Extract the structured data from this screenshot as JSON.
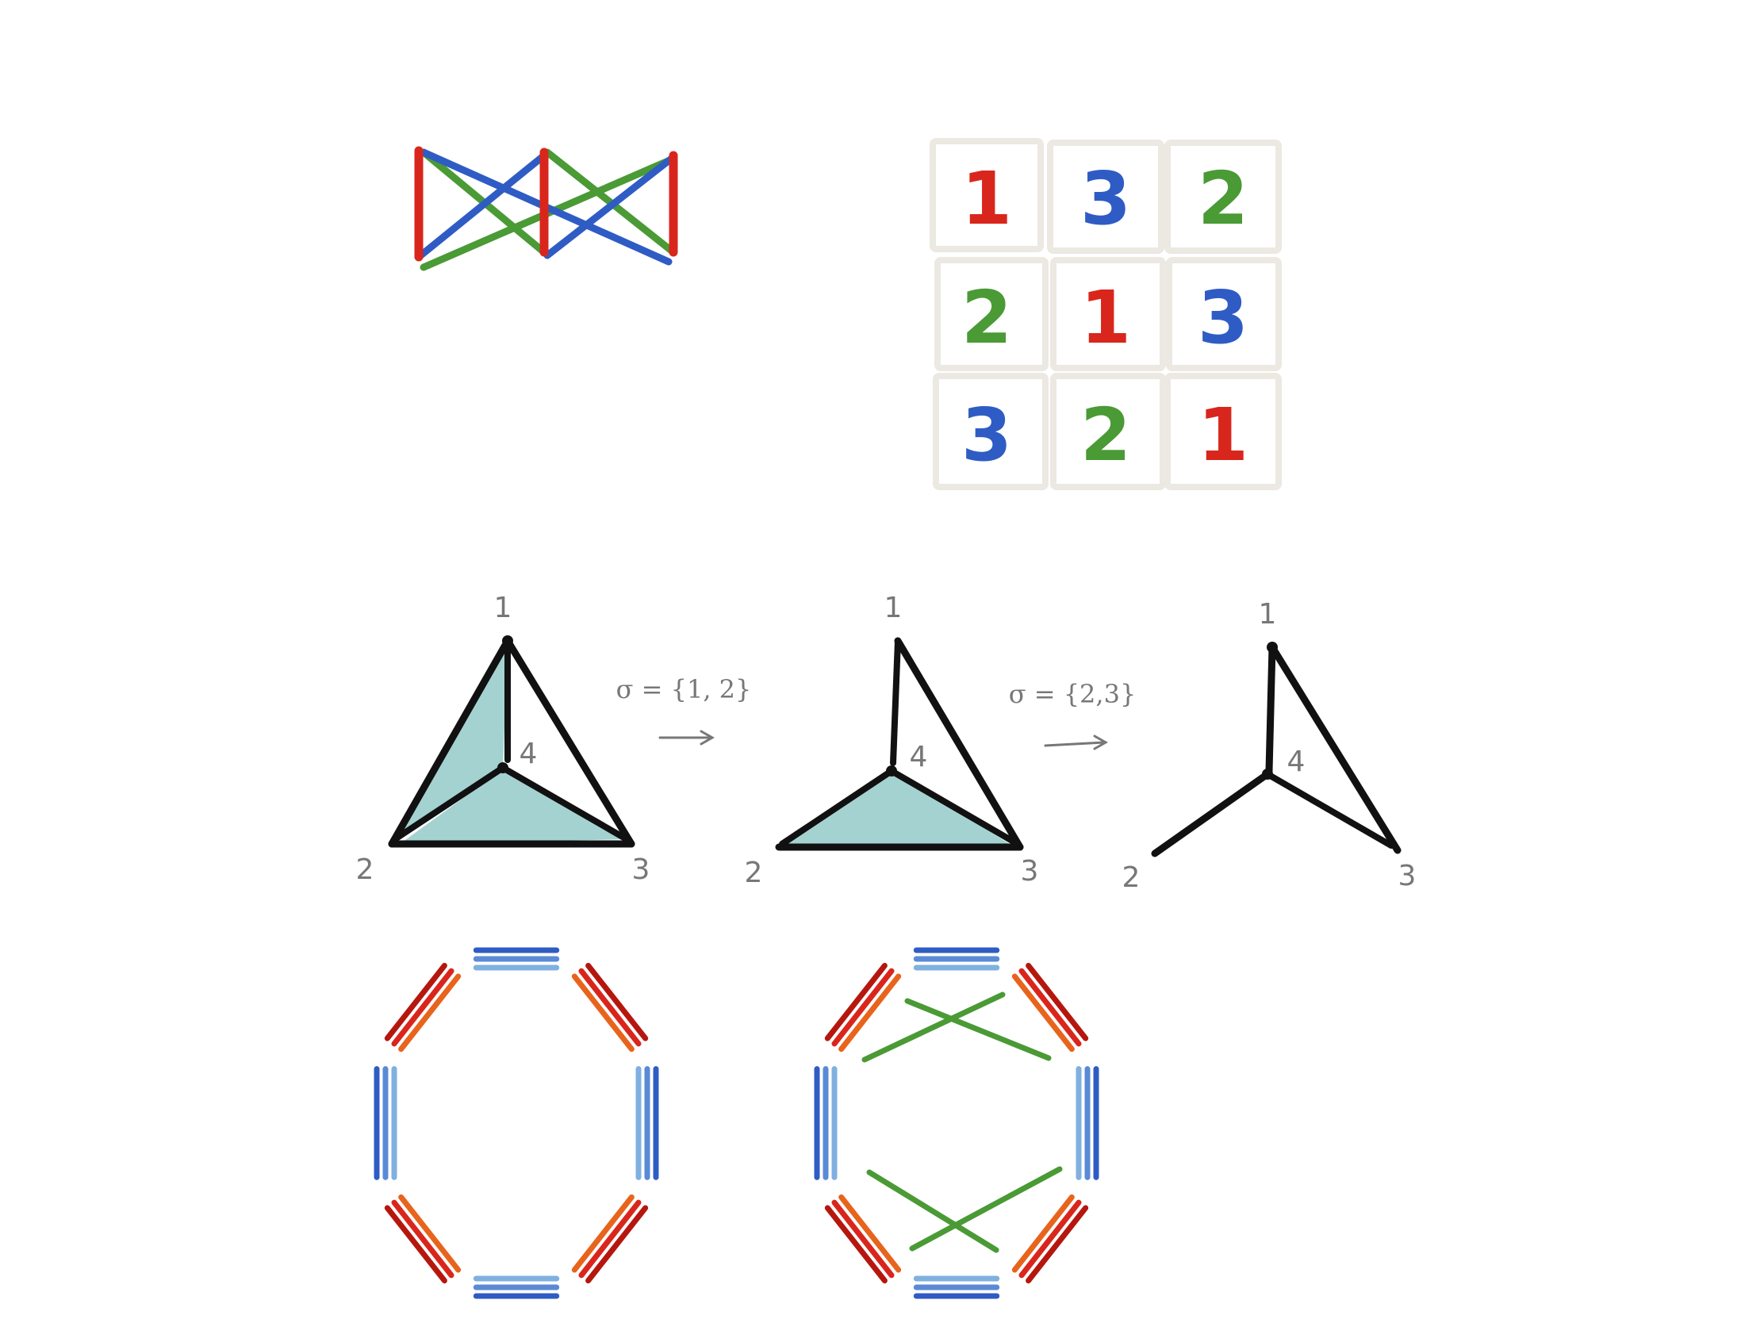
{
  "colors": {
    "red": "#d9261c",
    "blue": "#2f5cc4",
    "green": "#4a9a35",
    "teal": "#9fd0cf",
    "dark_red": "#b5170f",
    "orange": "#e8641c",
    "light_blue": "#7fb0e0",
    "grid_line": "#ece8e2",
    "ink": "#111111",
    "gray": "#777777"
  },
  "latin_square": {
    "rows": [
      [
        {
          "value": "1",
          "color": "red"
        },
        {
          "value": "3",
          "color": "blue"
        },
        {
          "value": "2",
          "color": "green"
        }
      ],
      [
        {
          "value": "2",
          "color": "green"
        },
        {
          "value": "1",
          "color": "red"
        },
        {
          "value": "3",
          "color": "blue"
        }
      ],
      [
        {
          "value": "3",
          "color": "blue"
        },
        {
          "value": "2",
          "color": "green"
        },
        {
          "value": "1",
          "color": "red"
        }
      ]
    ]
  },
  "complexes": [
    {
      "vertex_labels": [
        "1",
        "2",
        "3",
        "4"
      ]
    },
    {
      "vertex_labels": [
        "1",
        "2",
        "3",
        "4"
      ]
    },
    {
      "vertex_labels": [
        "1",
        "2",
        "3",
        "4"
      ]
    }
  ],
  "arrows": [
    {
      "label": "σ = {1, 2}",
      "symbol": "⟶"
    },
    {
      "label": "σ = {2,3}",
      "symbol": "⟶"
    }
  ]
}
